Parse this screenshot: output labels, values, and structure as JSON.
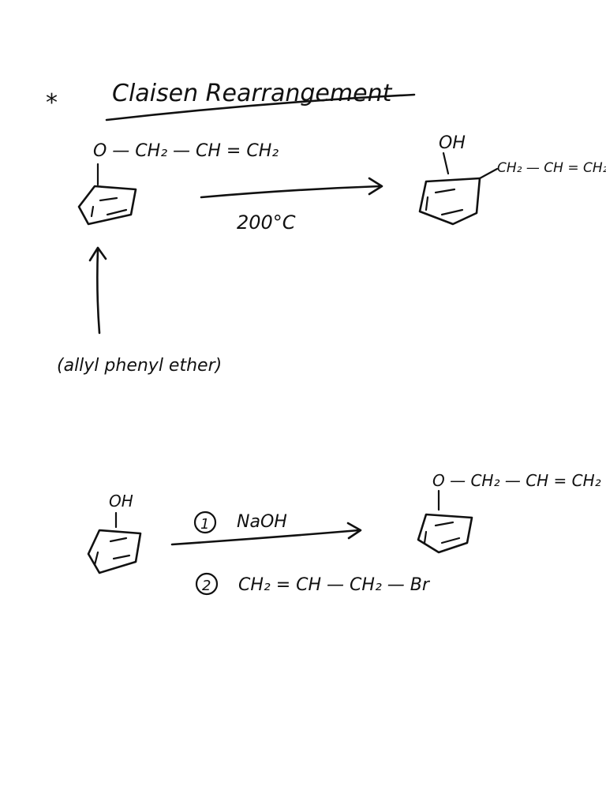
{
  "heading": {
    "bullet": "*",
    "title": "Claisen Rearrangement"
  },
  "reaction1": {
    "reactant_substituent": "O — CH₂ — CH = CH₂",
    "reactant_caption": "(allyl phenyl ether)",
    "condition": "200°C",
    "product_oh": "OH",
    "product_substituent": "CH₂ — CH = CH₂"
  },
  "reaction2": {
    "reactant_oh": "OH",
    "step1": "NaOH",
    "step2": "CH₂ = CH — CH₂ — Br",
    "step1_marker": "1",
    "step2_marker": "2",
    "product_substituent": "O — CH₂ — CH = CH₂"
  },
  "colors": {
    "ink": "#111111",
    "background": "#ffffff"
  }
}
